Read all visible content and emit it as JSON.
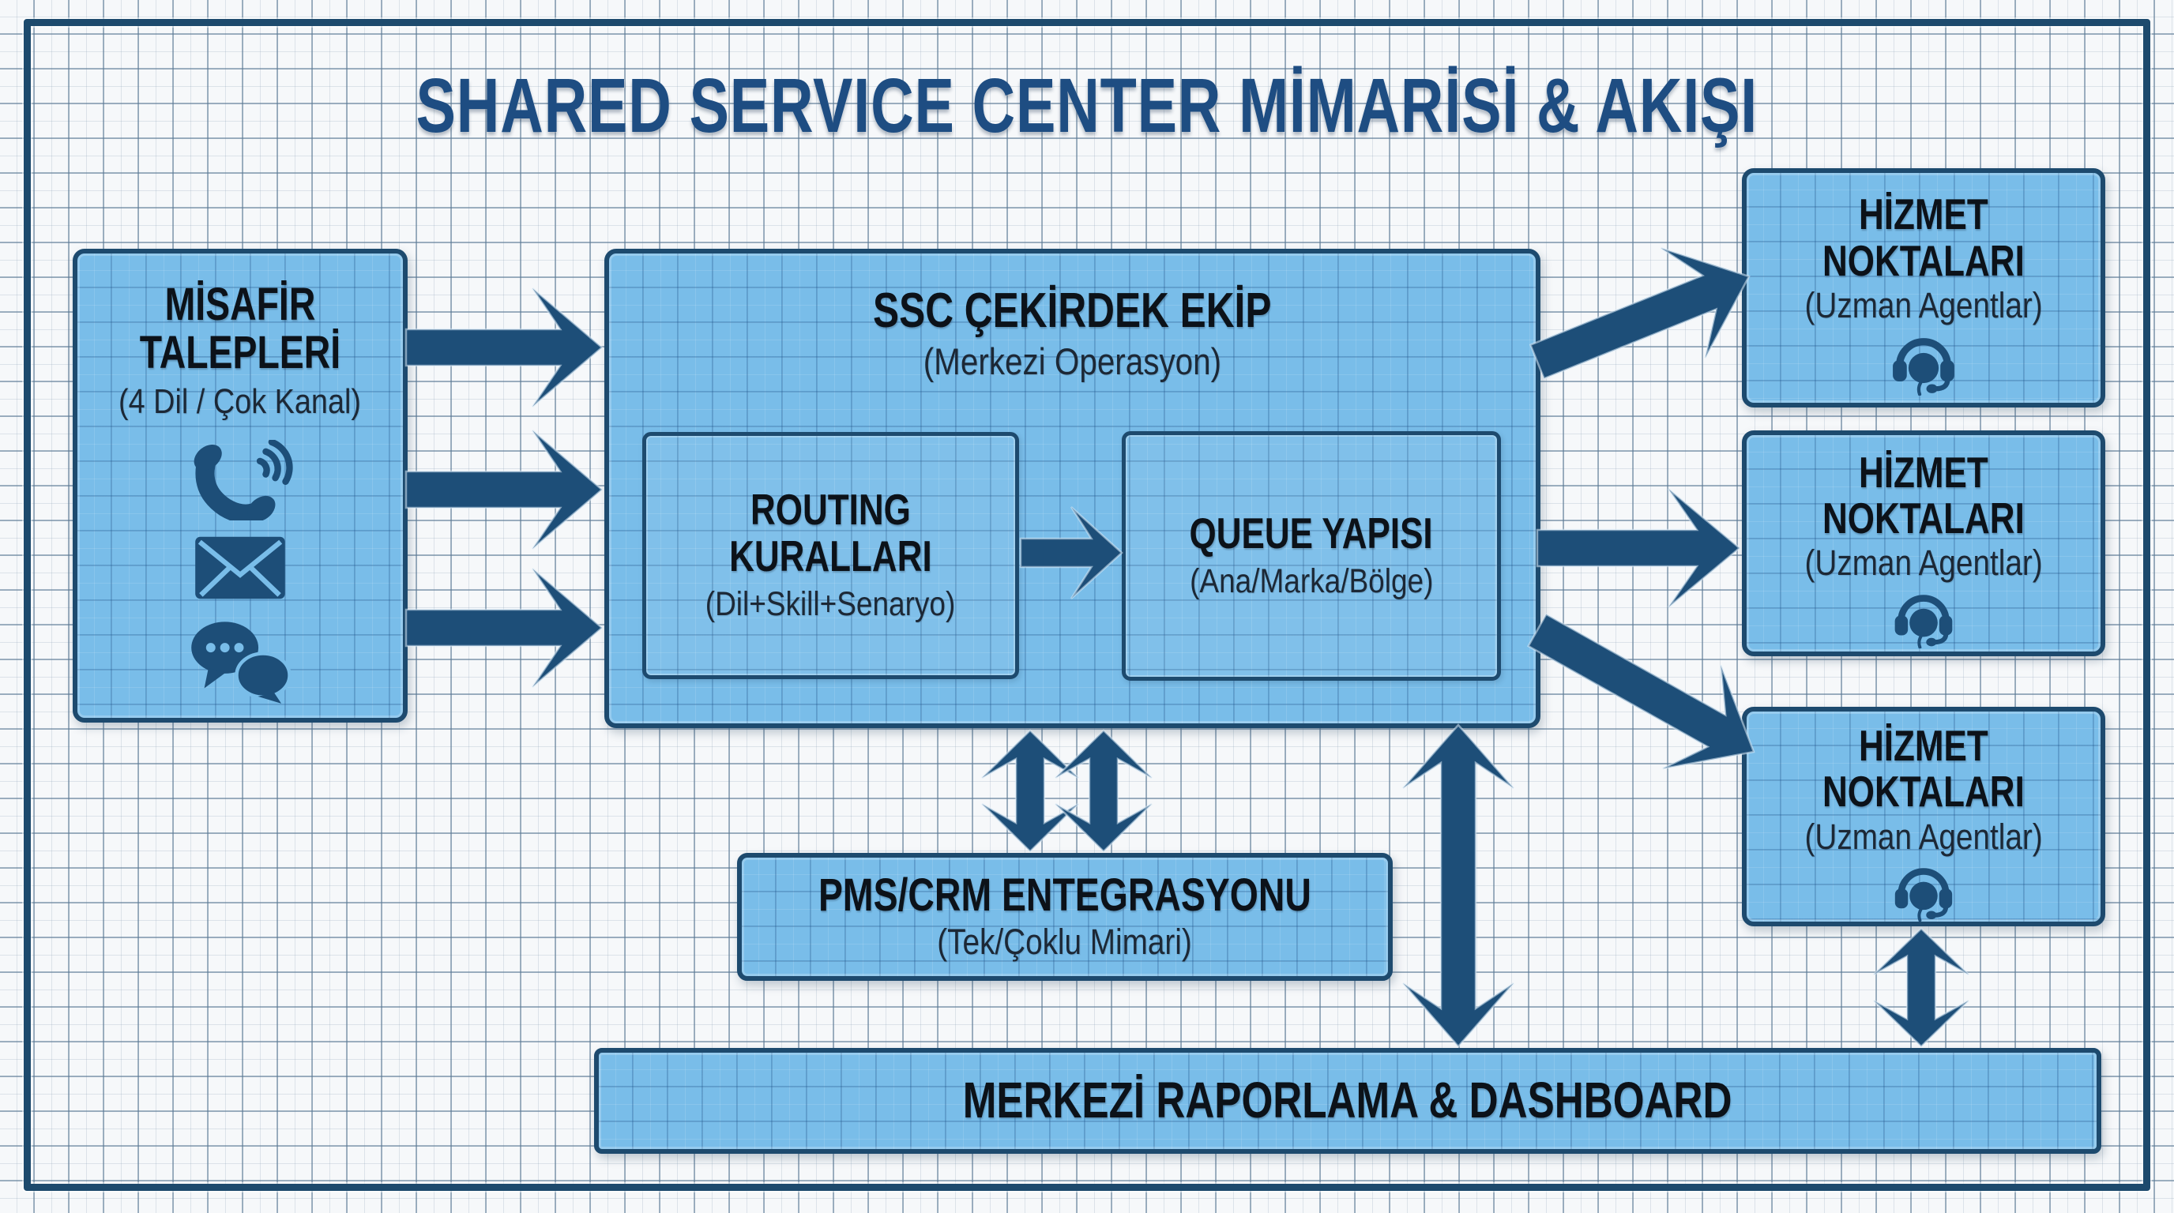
{
  "title": "SHARED SERVICE CENTER MİMARİSİ & AKIŞI",
  "guest": {
    "line1": "MİSAFİR",
    "line2": "TALEPLERİ",
    "subtitle": "(4 Dil / Çok Kanal)",
    "channel_icons": [
      "phone-icon",
      "email-icon",
      "chat-icon"
    ]
  },
  "ssc": {
    "title": "SSC ÇEKİRDEK EKİP",
    "subtitle": "(Merkezi Operasyon)"
  },
  "routing": {
    "line1": "ROUTING",
    "line2": "KURALLARI",
    "subtitle": "(Dil+Skill+Senaryo)"
  },
  "queue": {
    "title": "QUEUE YAPISI",
    "subtitle": "(Ana/Marka/Bölge)"
  },
  "service_points": [
    {
      "line1": "HİZMET",
      "line2": "NOKTALARI",
      "subtitle": "(Uzman Agentlar)",
      "icon": "headset-icon"
    },
    {
      "line1": "HİZMET",
      "line2": "NOKTALARI",
      "subtitle": "(Uzman Agentlar)",
      "icon": "headset-icon"
    },
    {
      "line1": "HİZMET",
      "line2": "NOKTALARI",
      "subtitle": "(Uzman Agentlar)",
      "icon": "headset-icon"
    }
  ],
  "pms": {
    "title": "PMS/CRM ENTEGRASYONU",
    "subtitle": "(Tek/Çoklu Mimari)"
  },
  "dashboard": {
    "title": "MERKEZİ RAPORLAMA & DASHBOARD"
  },
  "colors": {
    "paper": "#f6f8fa",
    "frame": "#1d4a6d",
    "box_fill": "#79bde9",
    "box_border": "#1d4a6e",
    "arrow": "#1d4e78",
    "title_text": "#1e4d82",
    "heading_text": "#0c1219",
    "sub_text": "#1c2836"
  }
}
